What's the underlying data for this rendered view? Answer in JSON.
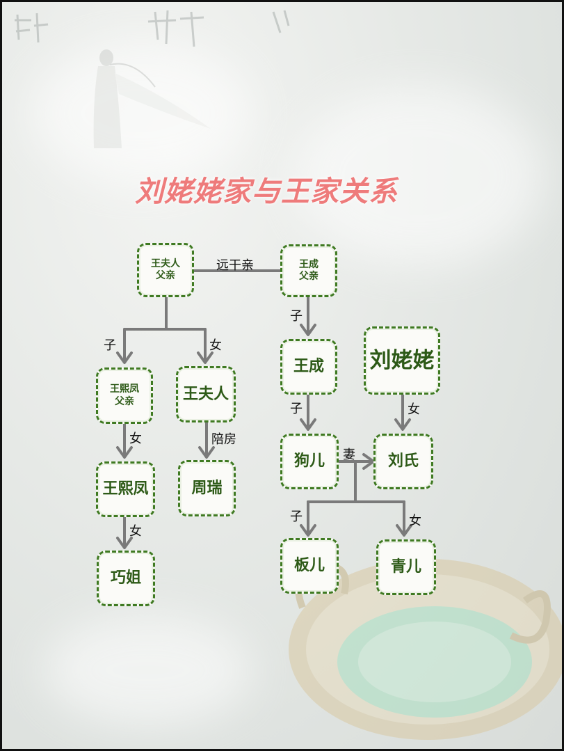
{
  "title": "刘姥姥家与王家关系",
  "nodes": {
    "wang_furen_father": "王夫人\n父亲",
    "wang_cheng_father": "王成\n父亲",
    "wang_xifeng_father": "王熙凤\n父亲",
    "wang_furen": "王夫人",
    "wang_cheng": "王成",
    "liu_laolao": "刘姥姥",
    "wang_xifeng": "王熙凤",
    "zhou_rui": "周瑞",
    "gou_er": "狗儿",
    "liu_shi": "刘氏",
    "qiao_jie": "巧姐",
    "ban_er": "板儿",
    "qing_er": "青儿"
  },
  "relations": {
    "distant_relative": "远干亲",
    "son_1": "子",
    "daughter_1": "女",
    "son_2": "子",
    "daughter_2": "女",
    "accompanying_servant": "陪房",
    "daughter_3": "女",
    "son_3": "子",
    "daughter_4": "女",
    "wife": "妻",
    "son_4": "子",
    "daughter_5": "女"
  },
  "colors": {
    "title": "#ee7b7b",
    "node_border": "#3f7a22",
    "node_text": "#2d5a17",
    "connector": "#7a7a7a"
  }
}
